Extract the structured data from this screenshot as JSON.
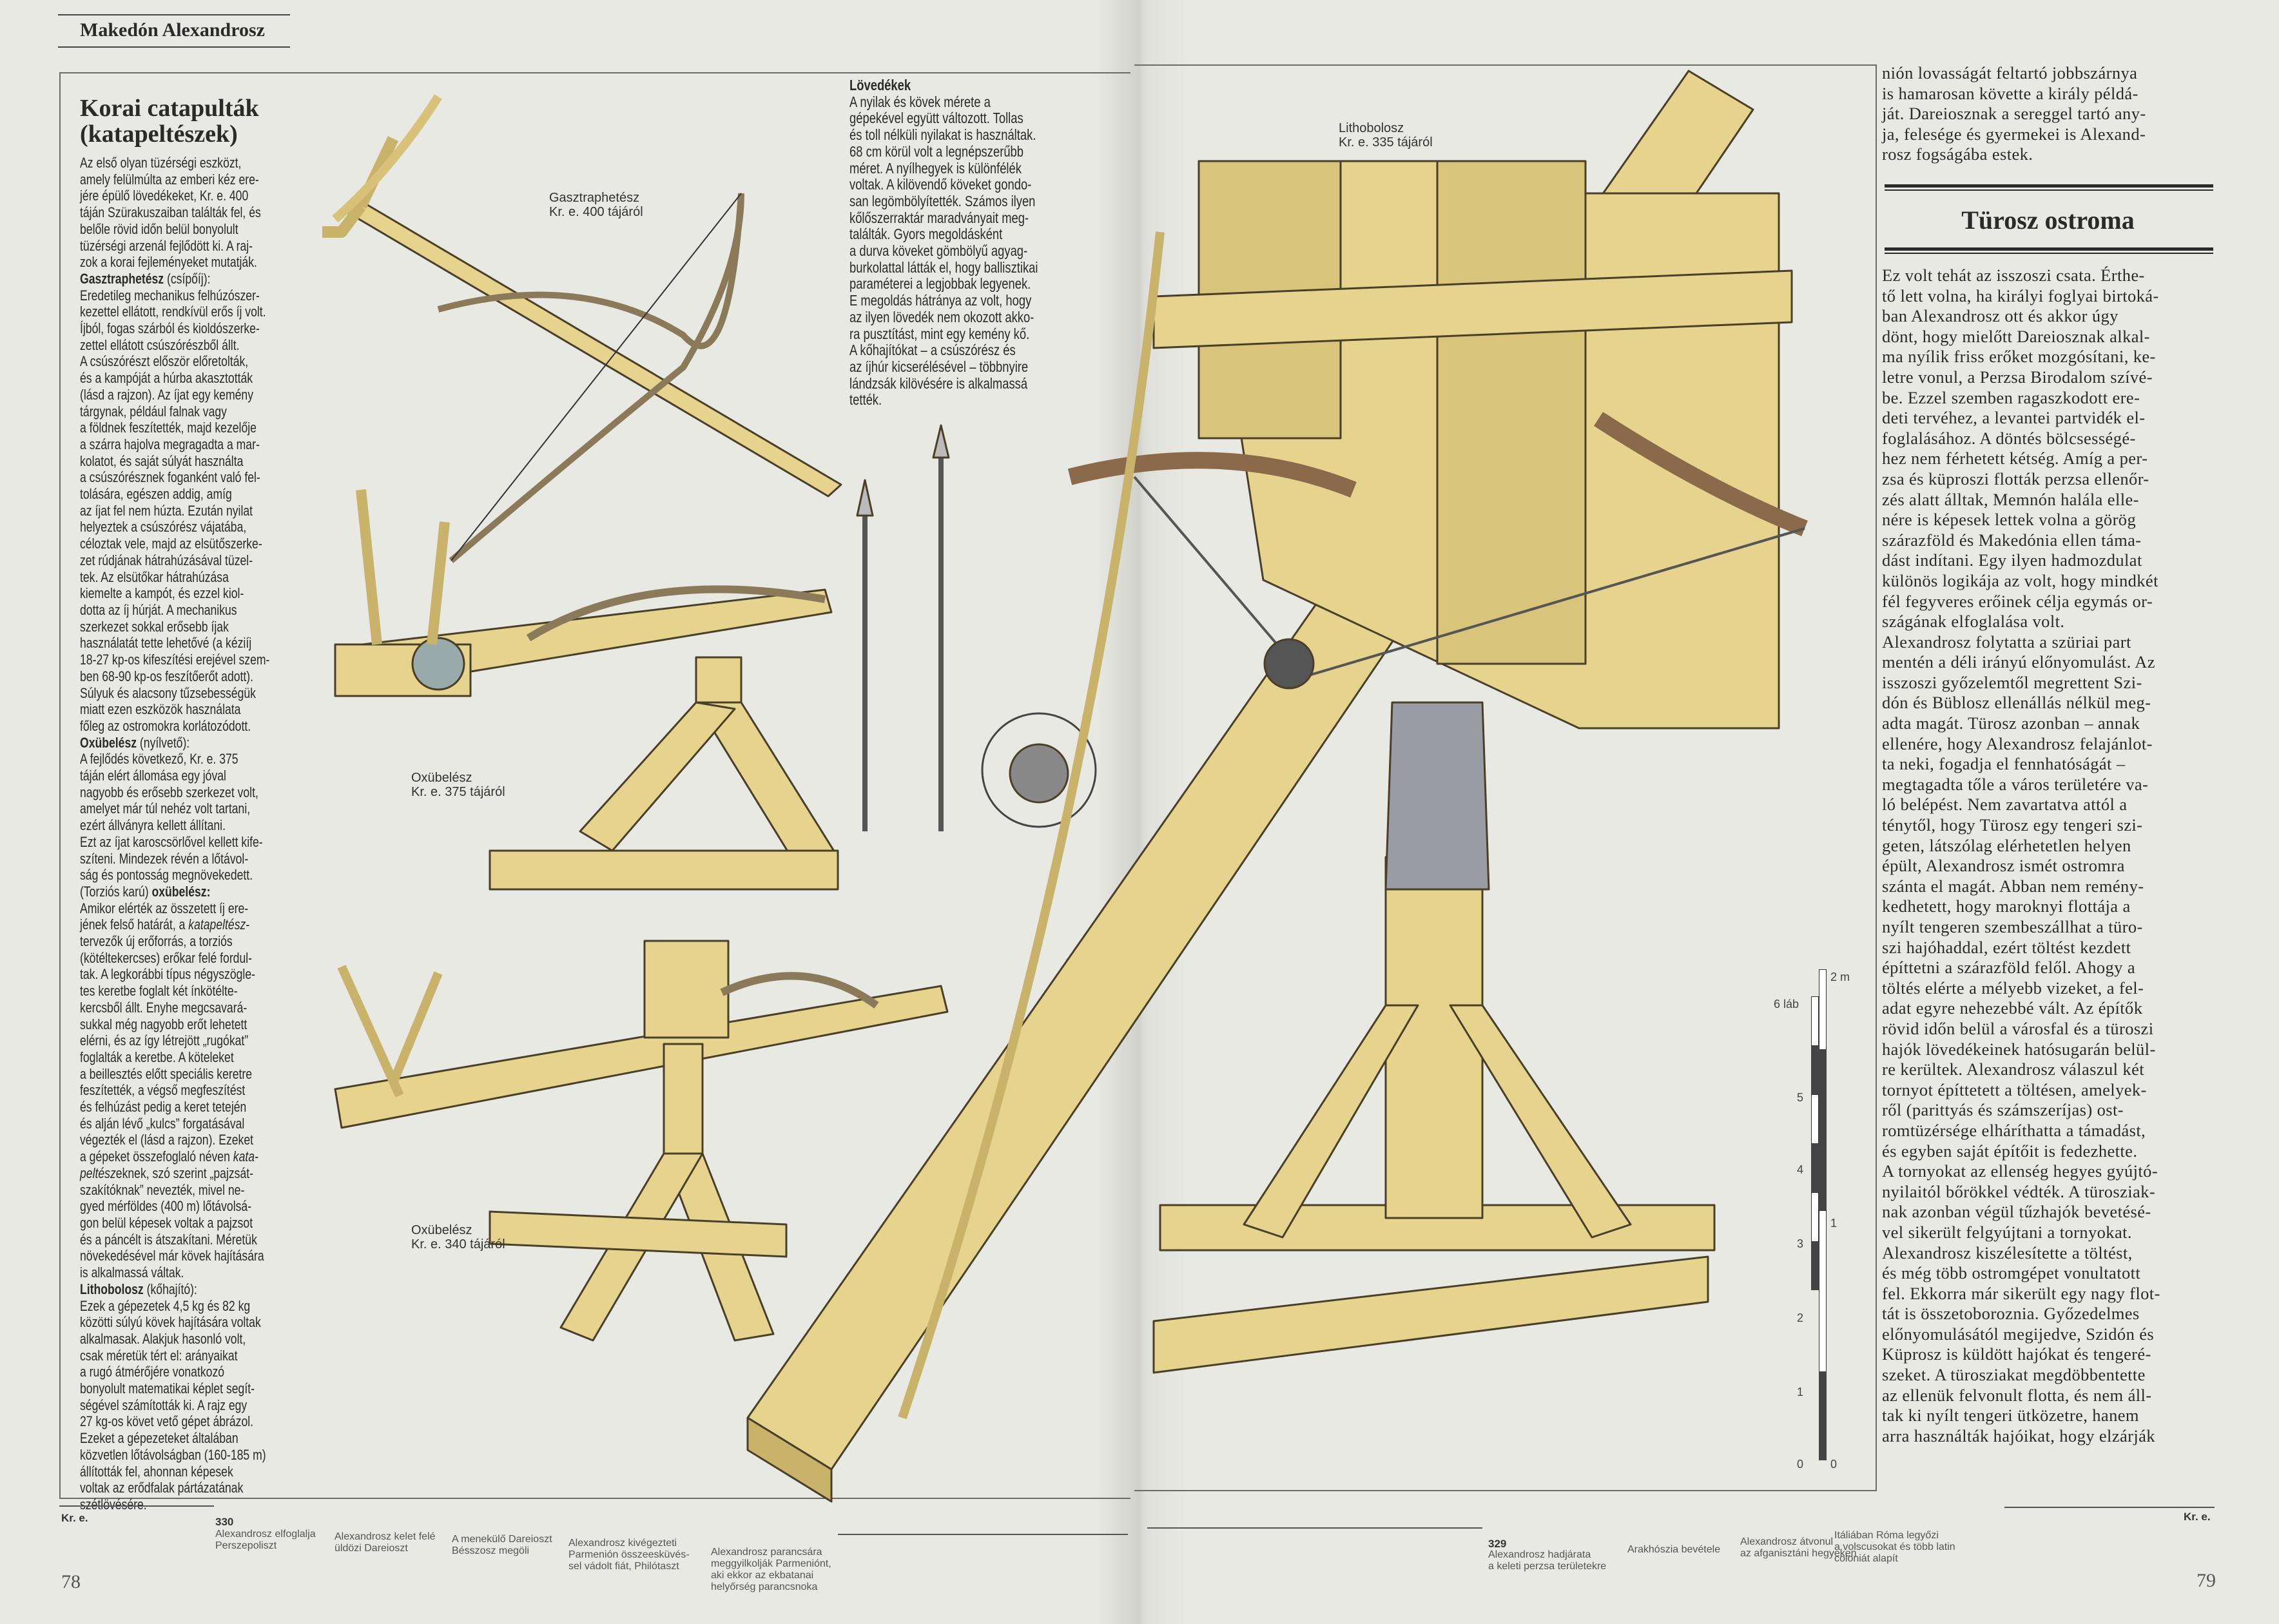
{
  "header": {
    "running_title": "Makedón Alexandrosz"
  },
  "left_article": {
    "title_line1": "Korai catapulták",
    "title_line2": "(katapeltészek)",
    "intro": "Az első olyan tüzérségi eszközt,\namely felülmúlta az emberi kéz ere-\njére épülő lövedékeket, Kr. e. 400\ntáján Szürakuszaiban találták fel, és\nbelőle rövid időn belül bonyolult\ntüzérségi arzenál fejlődött ki. A raj-\nzok a korai fejleményeket mutatják.",
    "s1_head": "Gasztraphetész",
    "s1_sub": " (csípőíj):",
    "s1_text": "Eredetileg mechanikus felhúzószer-\nkezettel ellátott, rendkívül erős íj volt.\nÍjból, fogas szárból és kioldószerke-\nzettel ellátott csúszórészből állt.\nA csúszórészt először előretolták,\nés a kampóját a húrba akasztották\n(lásd a rajzon). Az íjat egy kemény\ntárgynak, például falnak vagy\na földnek feszítették, majd kezelője\na szárra hajolva megragadta a mar-\nkolatot, és saját súlyát használta\na csúszórésznek foganként való fel-\ntolására, egészen addig, amíg\naz íjat fel nem húzta. Ezután nyilat\nhelyeztek a csúszórész vájatába,\ncéloztak vele, majd az elsütőszerke-\nzet rúdjának hátrahúzásával tüzel-\ntek. Az elsütőkar hátrahúzása\nkiemelte a kampót, és ezzel kiol-\ndotta az íj húrját. A mechanikus\nszerkezet sokkal erősebb íjak\nhasználatát tette lehetővé (a kéziíj\n18-27 kp-os kifeszítési erejével szem-\nben 68-90 kp-os feszítőerőt adott).\nSúlyuk és alacsony tűzsebességük\nmiatt ezen eszközök használata\nfőleg az ostromokra korlátozódott.",
    "s2_head": "Oxübelész",
    "s2_sub": " (nyílvető):",
    "s2_text": "A fejlődés következő, Kr. e. 375\ntáján elért állomása egy jóval\nnagyobb és erősebb szerkezet volt,\namelyet már túl nehéz volt tartani,\nezért állványra kellett állítani.\nEzt az íjat karoscsörlővel kellett kife-\nszíteni. Mindezek révén a lőtávol-\nság és pontosság megnövekedett.",
    "s3_pre": "(Torziós karú) ",
    "s3_head": "oxübelész:",
    "s3_text_a": "Amikor elérték az összetett íj ere-\njének felső határát, a ",
    "s3_italic": "katapeltész",
    "s3_text_b": "-\ntervezők új erőforrás, a torziós\n(kötéltekercses) erőkar felé fordul-\ntak. A legkorábbi típus négyszögle-\ntes keretbe foglalt két ínkötélte-\nkercsből állt. Enyhe megcsavará-\nsukkal még nagyobb erőt lehetett\nelérni, és az így létrejött „rugókat”\nfoglalták a keretbe. A köteleket\na beillesztés előtt speciális keretre\nfeszítették, a végső megfeszítést\nés felhúzást pedig a keret tetején\nés alján lévő „kulcs” forgatásával\nvégezték el (lásd a rajzon). Ezeket\na gépeket összefoglaló néven ",
    "s3_italic2": "kata-\npeltész",
    "s3_text_c": "eknek, szó szerint „pajzsát-\nszakítóknak” nevezték, mivel ne-\ngyed mérföldes (400 m) lőtávolsá-\ngon belül képesek voltak a pajzsot\nés a páncélt is átszakítani. Méretük\nnövekedésével már kövek hajítására\nis alkalmassá váltak.",
    "s4_head": "Lithobolosz",
    "s4_sub": " (kőhajító):",
    "s4_text": "Ezek a gépezetek 4,5 kg és 82 kg\nközötti súlyú kövek hajítására voltak\nalkalmasak. Alakjuk hasonló volt,\ncsak méretük tért el: arányaikat\na rugó átmérőjére vonatkozó\nbonyolult matematikai képlet segít-\nségével számították ki. A rajz egy\n27 kg-os követ vető gépet ábrázol.\nEzeket a gépezeteket általában\nközvetlen lőtávolságban (160-185 m)\nállították fel, ahonnan képesek\nvoltak az erődfalak pártázatának\nszétlövésére."
  },
  "projectiles": {
    "heading": "Lövedékek",
    "text": "A nyilak és kövek mérete a\ngépekével együtt változott. Tollas\nés toll nélküli nyilakat is használtak.\n68 cm körül volt a legnépszerűbb\nméret. A nyílhegyek is különfélék\nvoltak. A kilövendő köveket gondo-\nsan legömbölyítették. Számos ilyen\nkőlőszerraktár maradványait meg-\ntalálták. Gyors megoldásként\na durva köveket gömbölyű agyag-\nburkolattal látták el, hogy ballisztikai\nparaméterei a legjobbak legyenek.\nE megoldás hátránya az volt, hogy\naz ilyen lövedék nem okozott akko-\nra pusztítást, mint egy kemény kő.\nA kőhajítókat – a csúszórész és\naz íjhúr kicserélésével – többnyire\nlándzsák kilövésére is alkalmassá\ntették."
  },
  "illustration_labels": {
    "gastraphetes": "Gasztraphetész\nKr. e. 400 tájáról",
    "oxybeles_375": "Oxübelész\nKr. e. 375 tájáról",
    "oxybeles_340": "Oxübelész\nKr. e. 340 tájáról",
    "lithobolos": "Lithobolosz\nKr. e. 335 tájáról"
  },
  "scale_bar": {
    "feet_unit": "6 láb",
    "feet_ticks": [
      "5",
      "4",
      "3",
      "2",
      "1",
      "0"
    ],
    "meter_unit": "2 m",
    "meter_ticks": [
      "1",
      "0"
    ]
  },
  "right_article": {
    "continued_text": "nión lovasságát feltartó jobbszárnya\nis hamarosan követte a király példá-\nját. Dareiosznak a sereggel tartó any-\nja, felesége és gyermekei is Alexand-\nrosz fogságába estek.",
    "section_title": "Türosz ostroma",
    "p1": "Ez volt tehát az isszoszi csata. Érthe-\ntő lett volna, ha királyi foglyai birtoká-\nban Alexandrosz ott és akkor úgy\ndönt, hogy mielőtt Dareiosznak alkal-\nma nyílik friss erőket mozgósítani, ke-\nletre vonul, a Perzsa Birodalom szívé-\nbe. Ezzel szemben ragaszkodott ere-\ndeti tervéhez, a levantei partvidék el-\nfoglalásához. A döntés bölcsességé-\nhez nem férhetett kétség. Amíg a per-\nzsa és küproszi flották perzsa ellenőr-\nzés alatt álltak, Memnón halála elle-\nnére is képesek lettek volna a görög\nszárazföld és Makedónia ellen táma-\ndást indítani. Egy ilyen hadmozdulat\nkülönös logikája az volt, hogy mindkét\nfél fegyveres erőinek célja egymás or-\nszágának elfoglalása volt.",
    "p2": "   Alexandrosz folytatta a szüriai part\nmentén a déli irányú előnyomulást. Az\nisszoszi győzelemtől megrettent Szi-\ndón és Büblosz ellenállás nélkül meg-\nadta magát. Türosz azonban – annak\nellenére, hogy Alexandrosz felajánlot-\nta neki, fogadja el fennhatóságát –\nmegtagadta tőle a város területére va-\nló belépést. Nem zavartatva attól a\nténytől, hogy Türosz egy tengeri szi-\ngeten, látszólag elérhetetlen helyen\népült, Alexandrosz ismét ostromra\nszánta el magát. Abban nem remény-\nkedhetett, hogy maroknyi flottája a\nnyílt tengeren szembeszállhat a türo-\nszi hajóhaddal, ezért töltést kezdett\népíttetni a szárazföld felől. Ahogy a\ntöltés elérte a mélyebb vizeket, a fel-\nadat egyre nehezebbé vált. Az építők\nrövid időn belül a városfal és a türoszi\nhajók lövedékeinek hatósugarán belül-\nre kerültek. Alexandrosz válaszul két\ntornyot építtetett a töltésen, amelyek-\nről (parittyás és számszeríjas) ost-\nromtüzérsége elháríthatta a támadást,\nés egyben saját építőit is fedezhette.\nA tornyokat az ellenség hegyes gyújtó-\nnyilaitól bőrökkel védték. A türosziak-\nnak azonban végül tűzhajók bevetésé-\nvel sikerült felgyújtani a tornyokat.",
    "p3": "   Alexandrosz kiszélesítette a töltést,\nés még több ostromgépet vonultatott\nfel. Ekkorra már sikerült egy nagy flot-\ntát is összetoboroznia. Győzedelmes\nelőnyomulásától megijedve, Szidón és\nKüprosz is küldött hajókat és tengeré-\nszeket. A türosziakat megdöbbentette\naz ellenük felvonult flotta, és nem áll-\ntak ki nyílt tengeri ütközetre, hanem\narra használták hajóikat, hogy elzárják"
  },
  "timeline": {
    "era_label_left": "Kr. e.",
    "era_label_right": "Kr. e.",
    "left_year": "330",
    "left_events": [
      "Alexandrosz elfoglalja\nPerszepoliszt",
      "Alexandrosz kelet felé\nüldözi Dareioszt",
      "A menekülő Dareioszt\nBésszosz megöli",
      "Alexandrosz kivégezteti\nParmenión összeesküvés-\nsel vádolt fiát, Philótaszt",
      "Alexandrosz parancsára\nmeggyilkolják Parmeniónt,\naki ekkor az ekbatanai\nhelyőrség parancsnoka"
    ],
    "right_year": "329",
    "right_events": [
      "Alexandrosz hadjárata\na keleti perzsa területekre",
      "Arakhószia bevétele",
      "Alexandrosz átvonul\naz afganisztáni hegyeken",
      "Itáliában Róma legyőzi\na volscusokat és több latin\ncoloniát alapít"
    ]
  },
  "page_numbers": {
    "left": "78",
    "right": "79"
  },
  "colors": {
    "paper": "#e8e9e2",
    "wood": "#e6d38e",
    "wood_dark": "#c9b26a",
    "ink": "#2a2a28",
    "iron": "#7d7f86"
  }
}
